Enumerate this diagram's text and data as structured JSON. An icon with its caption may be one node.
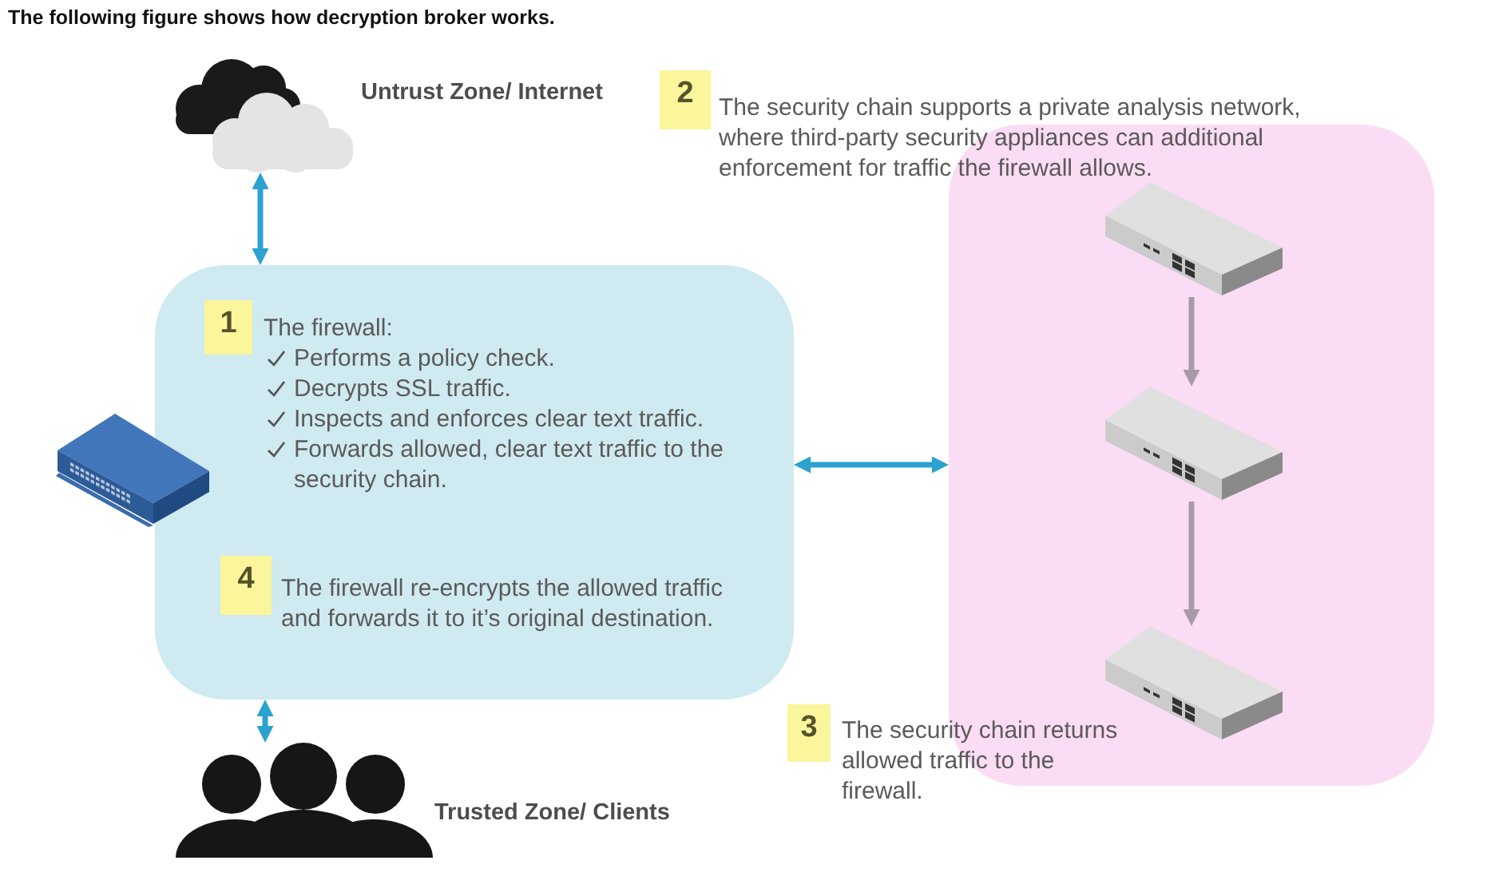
{
  "diagram": {
    "title": "The following figure shows how decryption broker works.",
    "nodes": [
      {
        "text": [],
        "shape": "cloud",
        "beside": [
          "Untrust Zone/ Internet"
        ]
      },
      {
        "text": [
          "2"
        ],
        "beside": [
          "The security chain supports a private analysis network, where third-party security appliances can additional enforcement for traffic the firewall allows."
        ]
      },
      {
        "text": [],
        "shape": "box"
      },
      {
        "text": [
          "1"
        ],
        "in": 2,
        "beside": [
          "The firewall:",
          "Performs a policy check.",
          "Decrypts SSL traffic.",
          "Inspects and enforces clear text traffic.",
          "Forwards allowed, clear text traffic to the security chain."
        ]
      },
      {
        "text": [
          "4"
        ],
        "in": 2,
        "beside": [
          "The firewall re-encrypts the allowed traffic and forwards it to it’s original destination."
        ]
      },
      {
        "text": [],
        "shape": "box"
      },
      {
        "text": [],
        "shape": "picture",
        "in": 5
      },
      {
        "text": [],
        "shape": "picture",
        "in": 5
      },
      {
        "text": [],
        "shape": "picture",
        "in": 5
      },
      {
        "text": [
          "3"
        ],
        "beside": [
          "The security chain returns allowed traffic to the firewall."
        ]
      },
      {
        "text": [],
        "shape": "person",
        "beside": [
          "Trusted Zone/ Clients"
        ]
      }
    ],
    "edges": [
      {
        "from": 0,
        "to": 2,
        "arrow": "both"
      },
      {
        "from": 2,
        "to": 5,
        "arrow": "both"
      },
      {
        "from": 2,
        "to": 10,
        "arrow": "both"
      },
      {
        "from": 6,
        "to": 7,
        "arrow": "to",
        "color": "#a99aa8"
      },
      {
        "from": 7,
        "to": 8,
        "arrow": "to",
        "color": "#a99aa8"
      }
    ]
  }
}
